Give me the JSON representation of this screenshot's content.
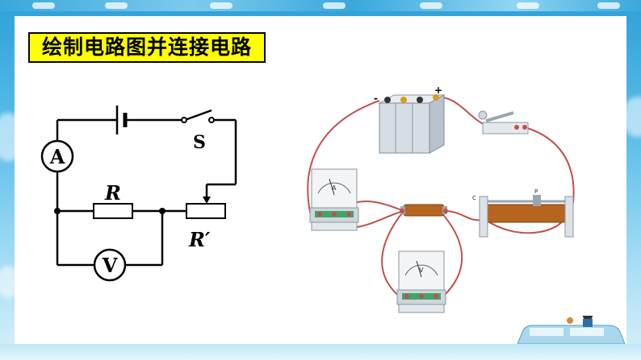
{
  "slide": {
    "title": "绘制电路图并连接电路"
  },
  "circuit_diagram": {
    "ammeter_symbol": "A",
    "voltmeter_symbol": "V",
    "switch_label": "S",
    "resistor_label": "R",
    "rheostat_label": "R′"
  },
  "photo": {
    "battery_minus": "-",
    "battery_plus": "+",
    "ammeter_face": "A",
    "voltmeter_face": "V",
    "rheostat_c": "C",
    "rheostat_p": "P"
  },
  "colors": {
    "title_bg": "#ffff00",
    "wire": "#c0504d",
    "background": "#5fc0ea"
  }
}
